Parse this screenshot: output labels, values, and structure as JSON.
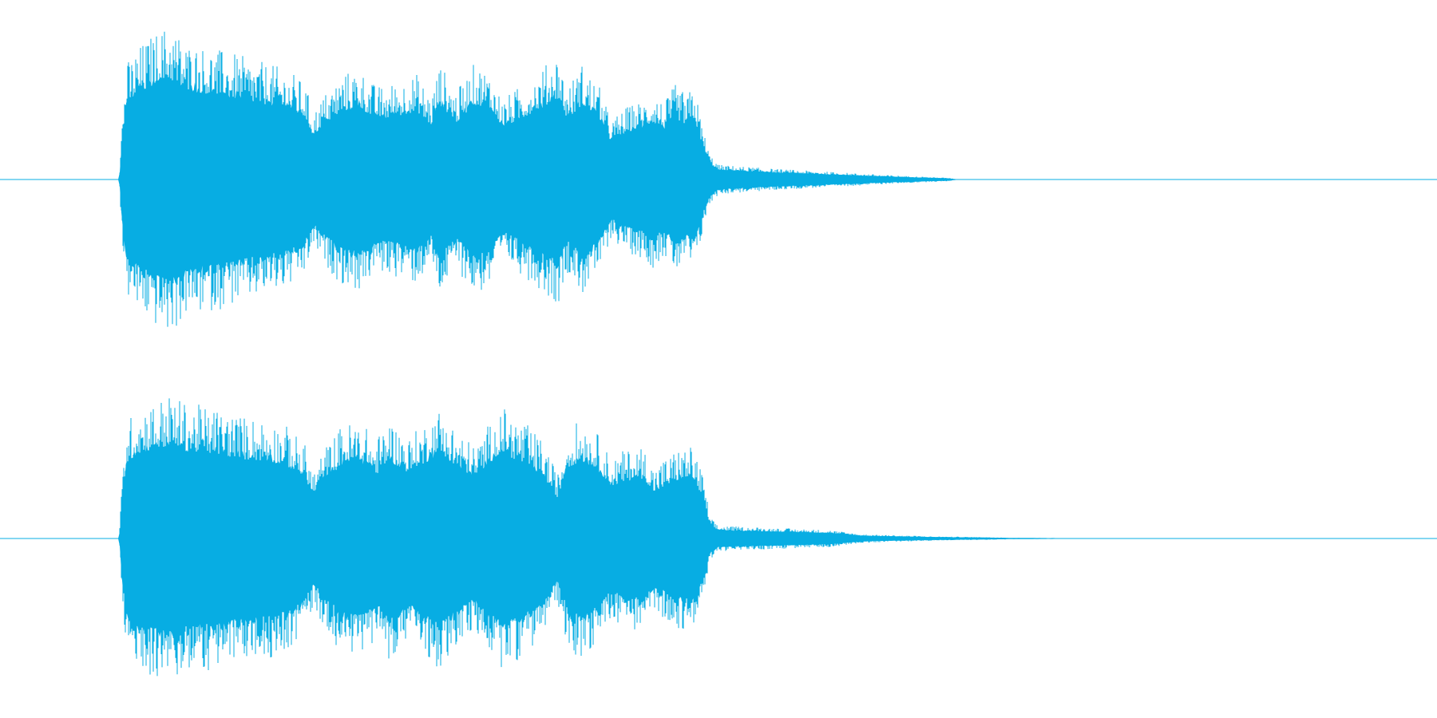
{
  "chart_data": {
    "type": "area",
    "title": "",
    "xlabel": "",
    "ylabel": "",
    "grid": false,
    "color": "#07ade3",
    "x_range": [
      0,
      1
    ],
    "y_range": [
      -1,
      1
    ],
    "series": [
      {
        "channel": 1,
        "envelope": [
          [
            0.0,
            0.0
          ],
          [
            0.083,
            0.0
          ],
          [
            0.085,
            0.3
          ],
          [
            0.088,
            0.55
          ],
          [
            0.095,
            0.62
          ],
          [
            0.105,
            0.68
          ],
          [
            0.118,
            0.74
          ],
          [
            0.13,
            0.65
          ],
          [
            0.15,
            0.62
          ],
          [
            0.17,
            0.58
          ],
          [
            0.185,
            0.55
          ],
          [
            0.2,
            0.52
          ],
          [
            0.212,
            0.46
          ],
          [
            0.218,
            0.32
          ],
          [
            0.225,
            0.4
          ],
          [
            0.238,
            0.5
          ],
          [
            0.25,
            0.53
          ],
          [
            0.262,
            0.44
          ],
          [
            0.275,
            0.46
          ],
          [
            0.29,
            0.5
          ],
          [
            0.3,
            0.4
          ],
          [
            0.306,
            0.55
          ],
          [
            0.318,
            0.42
          ],
          [
            0.33,
            0.55
          ],
          [
            0.34,
            0.52
          ],
          [
            0.35,
            0.38
          ],
          [
            0.365,
            0.46
          ],
          [
            0.378,
            0.53
          ],
          [
            0.388,
            0.6
          ],
          [
            0.395,
            0.44
          ],
          [
            0.405,
            0.55
          ],
          [
            0.418,
            0.43
          ],
          [
            0.425,
            0.28
          ],
          [
            0.435,
            0.34
          ],
          [
            0.448,
            0.38
          ],
          [
            0.455,
            0.42
          ],
          [
            0.462,
            0.36
          ],
          [
            0.47,
            0.45
          ],
          [
            0.478,
            0.4
          ],
          [
            0.483,
            0.45
          ],
          [
            0.49,
            0.22
          ],
          [
            0.494,
            0.12
          ],
          [
            0.5,
            0.07
          ],
          [
            0.54,
            0.05
          ],
          [
            0.58,
            0.035
          ],
          [
            0.62,
            0.02
          ],
          [
            0.66,
            0.008
          ],
          [
            0.668,
            0.0
          ],
          [
            1.0,
            0.0
          ]
        ]
      },
      {
        "channel": 2,
        "envelope": [
          [
            0.0,
            0.0
          ],
          [
            0.083,
            0.0
          ],
          [
            0.085,
            0.3
          ],
          [
            0.088,
            0.55
          ],
          [
            0.095,
            0.62
          ],
          [
            0.105,
            0.65
          ],
          [
            0.118,
            0.68
          ],
          [
            0.13,
            0.64
          ],
          [
            0.15,
            0.62
          ],
          [
            0.17,
            0.58
          ],
          [
            0.185,
            0.57
          ],
          [
            0.2,
            0.53
          ],
          [
            0.212,
            0.45
          ],
          [
            0.218,
            0.32
          ],
          [
            0.225,
            0.42
          ],
          [
            0.238,
            0.54
          ],
          [
            0.25,
            0.56
          ],
          [
            0.262,
            0.47
          ],
          [
            0.27,
            0.57
          ],
          [
            0.285,
            0.48
          ],
          [
            0.3,
            0.58
          ],
          [
            0.306,
            0.62
          ],
          [
            0.318,
            0.52
          ],
          [
            0.33,
            0.44
          ],
          [
            0.34,
            0.54
          ],
          [
            0.35,
            0.62
          ],
          [
            0.365,
            0.55
          ],
          [
            0.378,
            0.46
          ],
          [
            0.388,
            0.3
          ],
          [
            0.395,
            0.52
          ],
          [
            0.405,
            0.57
          ],
          [
            0.418,
            0.48
          ],
          [
            0.425,
            0.38
          ],
          [
            0.435,
            0.42
          ],
          [
            0.448,
            0.44
          ],
          [
            0.455,
            0.34
          ],
          [
            0.462,
            0.38
          ],
          [
            0.47,
            0.42
          ],
          [
            0.478,
            0.44
          ],
          [
            0.483,
            0.43
          ],
          [
            0.49,
            0.28
          ],
          [
            0.494,
            0.1
          ],
          [
            0.5,
            0.06
          ],
          [
            0.54,
            0.05
          ],
          [
            0.578,
            0.04
          ],
          [
            0.6,
            0.02
          ],
          [
            0.65,
            0.01
          ],
          [
            0.7,
            0.005
          ],
          [
            0.752,
            0.002
          ],
          [
            0.755,
            0.0
          ],
          [
            1.0,
            0.0
          ]
        ]
      }
    ]
  }
}
